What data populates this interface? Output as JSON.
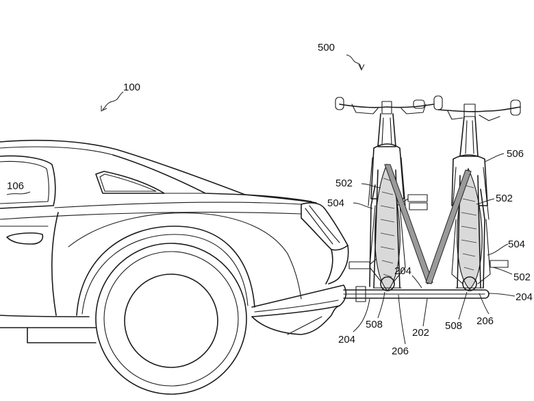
{
  "figure": {
    "ref_vehicle": "100",
    "ref_window": "106",
    "ref_rack_assembly": "500",
    "ref_bar": "202",
    "ref_clamp_204": "204",
    "ref_strap_206": "206",
    "ref_wheel_holder_502": "502",
    "ref_arm_504": "504",
    "ref_bicycle_506": "506",
    "ref_cradle_508": "508"
  },
  "colors": {
    "line": "#1a1a1a",
    "background": "#ffffff",
    "tire_fill": "#d9d9d9"
  }
}
